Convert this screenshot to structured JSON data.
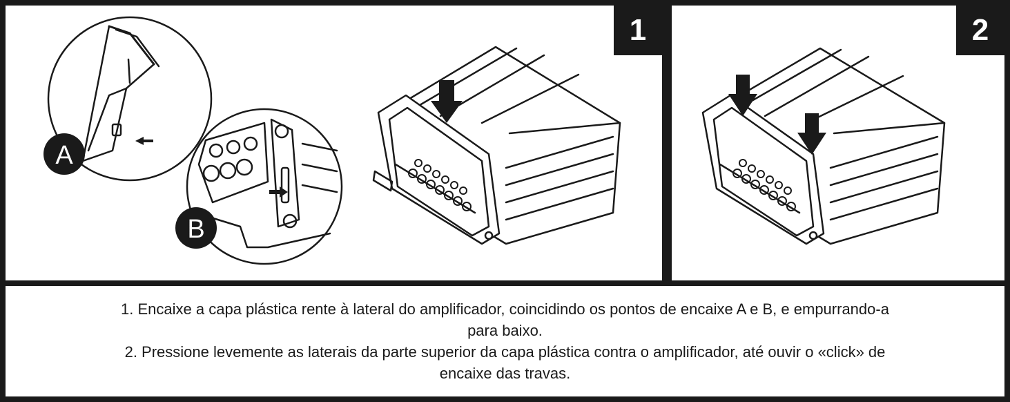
{
  "steps": [
    {
      "number": "1"
    },
    {
      "number": "2"
    }
  ],
  "callouts": {
    "a": "A",
    "b": "B"
  },
  "instructions": [
    "1. Encaixe a capa plástica rente à lateral do amplificador, coincidindo os pontos de encaixe A e B, e empurrando-a para baixo.",
    "2. Pressione levemente as laterais da parte superior da capa plástica contra o amplificador, até ouvir o «click» de encaixe das travas."
  ],
  "colors": {
    "ink": "#1a1a1a",
    "paper": "#ffffff"
  }
}
